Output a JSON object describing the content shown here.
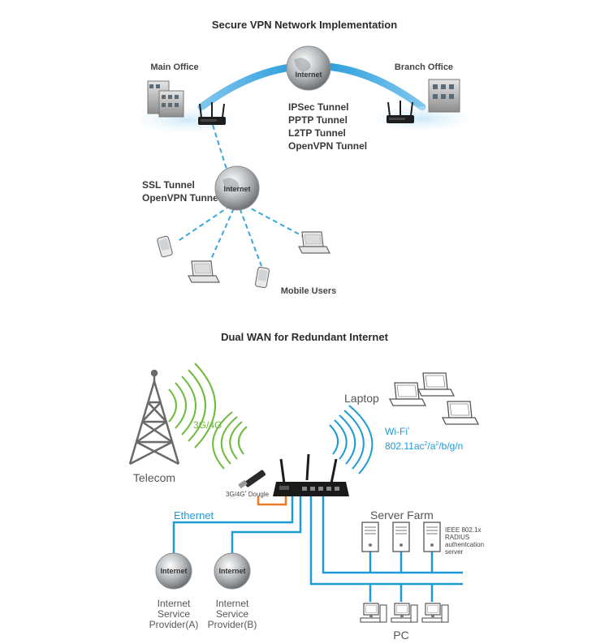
{
  "vpn": {
    "title": "Secure VPN Network Implementation",
    "main_office": "Main Office",
    "branch_office": "Branch Office",
    "internet_top": "Internet",
    "tunnels": [
      "IPSec Tunnel",
      "PPTP Tunnel",
      "L2TP Tunnel",
      "OpenVPN Tunnel"
    ],
    "ssl_tunnels": [
      "SSL Tunnel",
      "OpenVPN Tunnel"
    ],
    "internet_mid": "Internet",
    "mobile_users": "Mobile Users"
  },
  "wan": {
    "title": "Dual WAN for Redundant Internet",
    "telecom": "Telecom",
    "cellular": "3G/4G",
    "cellular_sup": "*",
    "dongle": "3G/4G",
    "dongle_sup": "*",
    "dongle_suffix": " Dougle",
    "laptop": "Laptop",
    "wifi": "Wi-Fi",
    "wifi_sup": "¹",
    "wifi_std": "802.11ac",
    "wifi_std_sup1": "2",
    "wifi_std_mid": "/a",
    "wifi_std_sup2": "2",
    "wifi_std_end": "/b/g/n",
    "ethernet": "Ethernet",
    "server_farm": "Server Farm",
    "radius": [
      "IEEE 802.1x",
      "RADIUS",
      "authentcation",
      "server"
    ],
    "isp_a_globe": "Internet",
    "isp_b_globe": "Internet",
    "isp_a": [
      "Internet",
      "Service",
      "Provider(A)"
    ],
    "isp_b": [
      "Internet",
      "Service",
      "Provider(B)"
    ],
    "pc": "PC"
  },
  "colors": {
    "link_blue": "#1e9ad6",
    "dashed_blue": "#3aa7dc",
    "wifi_green": "#6dbb3c",
    "orange_cable": "#f07a24"
  }
}
